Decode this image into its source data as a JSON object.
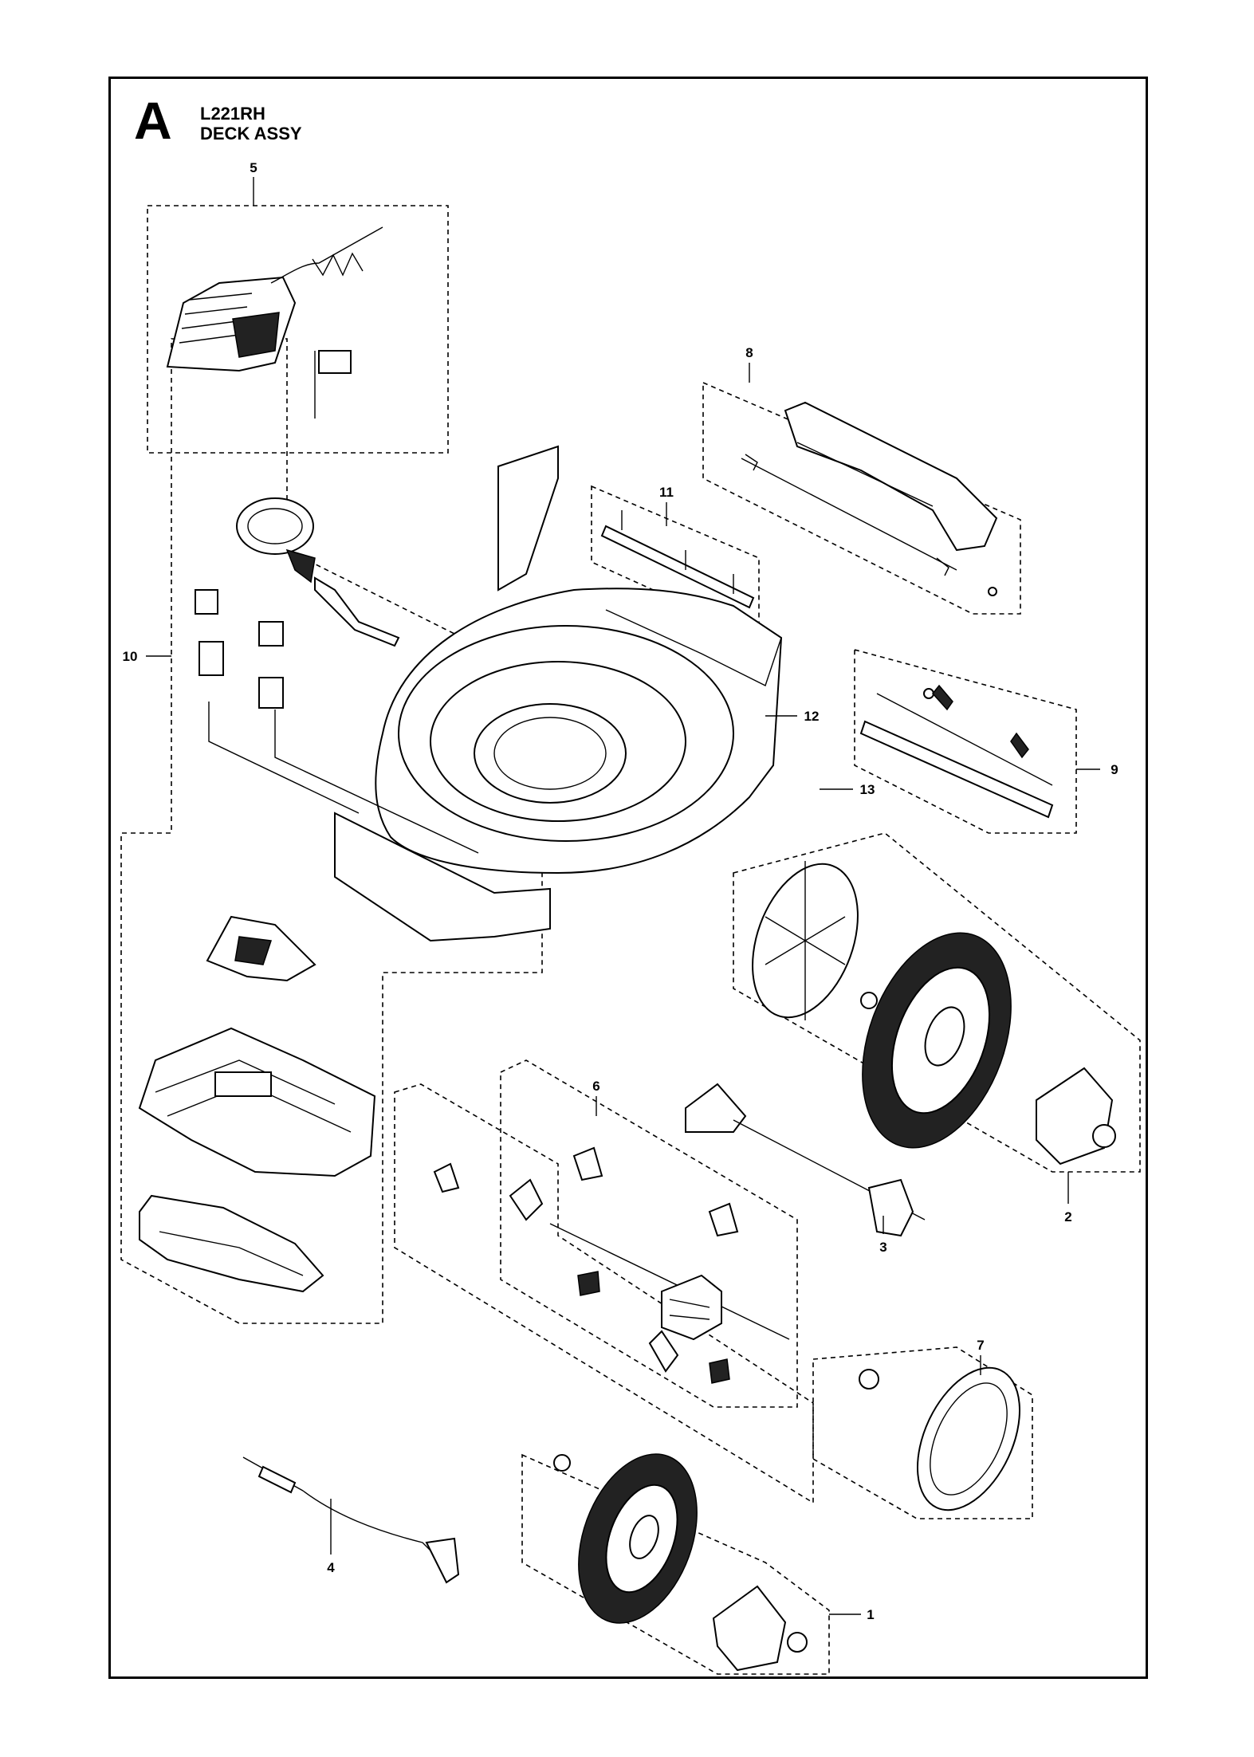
{
  "header": {
    "section_letter": "A",
    "model": "L221RH",
    "assembly": "DECK ASSY"
  },
  "callouts": [
    {
      "id": "1",
      "label": "1"
    },
    {
      "id": "2",
      "label": "2"
    },
    {
      "id": "3",
      "label": "3"
    },
    {
      "id": "4",
      "label": "4"
    },
    {
      "id": "5",
      "label": "5"
    },
    {
      "id": "6",
      "label": "6"
    },
    {
      "id": "7",
      "label": "7"
    },
    {
      "id": "8",
      "label": "8"
    },
    {
      "id": "9",
      "label": "9"
    },
    {
      "id": "10",
      "label": "10"
    },
    {
      "id": "11",
      "label": "11"
    },
    {
      "id": "12",
      "label": "12"
    },
    {
      "id": "13",
      "label": "13"
    }
  ]
}
